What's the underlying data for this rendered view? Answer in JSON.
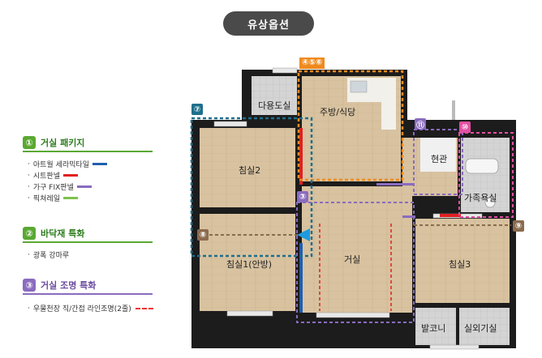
{
  "title": "유상옵션",
  "top_tag": "④⑤⑥",
  "legend": [
    {
      "num": "①",
      "title": "거실 패키지",
      "color": "#5aa832",
      "items": [
        {
          "text": "아트월 세라믹타일",
          "swatch": "#1f5fb0"
        },
        {
          "text": "시트판넬",
          "swatch": "#e02020"
        },
        {
          "text": "가구 FIX판넬",
          "swatch": "#8a6bbf"
        },
        {
          "text": "픽쳐레일",
          "swatch": "#7cc24a"
        }
      ]
    },
    {
      "num": "②",
      "title": "바닥재 특화",
      "color": "#5aa832",
      "items": [
        {
          "text": "광폭 강마루",
          "swatch": ""
        }
      ]
    },
    {
      "num": "③",
      "title": "거실 조명 특화",
      "color": "#8a6bbf",
      "items": [
        {
          "text": "우물천장 직/간접 라인조명(2줄)",
          "swatch": "dashed"
        }
      ]
    }
  ],
  "rooms": {
    "utility": "다용도실",
    "kitchen": "주방/식당",
    "bed2": "침실2",
    "entrance": "현관",
    "family_bath": "가족욕실",
    "living": "거실",
    "bed1": "침실1(안방)",
    "bed3": "침실3",
    "balcony": "발코니",
    "outdoor_unit": "실외기실"
  },
  "tags": {
    "t3": "③",
    "t7": "⑦",
    "t8": "⑧",
    "t9": "⑨",
    "t10": "⑩",
    "t11": "⑪"
  },
  "colors": {
    "wall": "#1c1c1c",
    "floor": "#d9c4a3",
    "kitchen_dash": "#f08a1e",
    "teal_dash": "#1e6f8c",
    "purple_dash": "#8a6bbf",
    "brown_dash": "#8b6b4f",
    "pink_dash": "#e24fa3",
    "red": "#e02020",
    "blue": "#1f5fb0"
  }
}
